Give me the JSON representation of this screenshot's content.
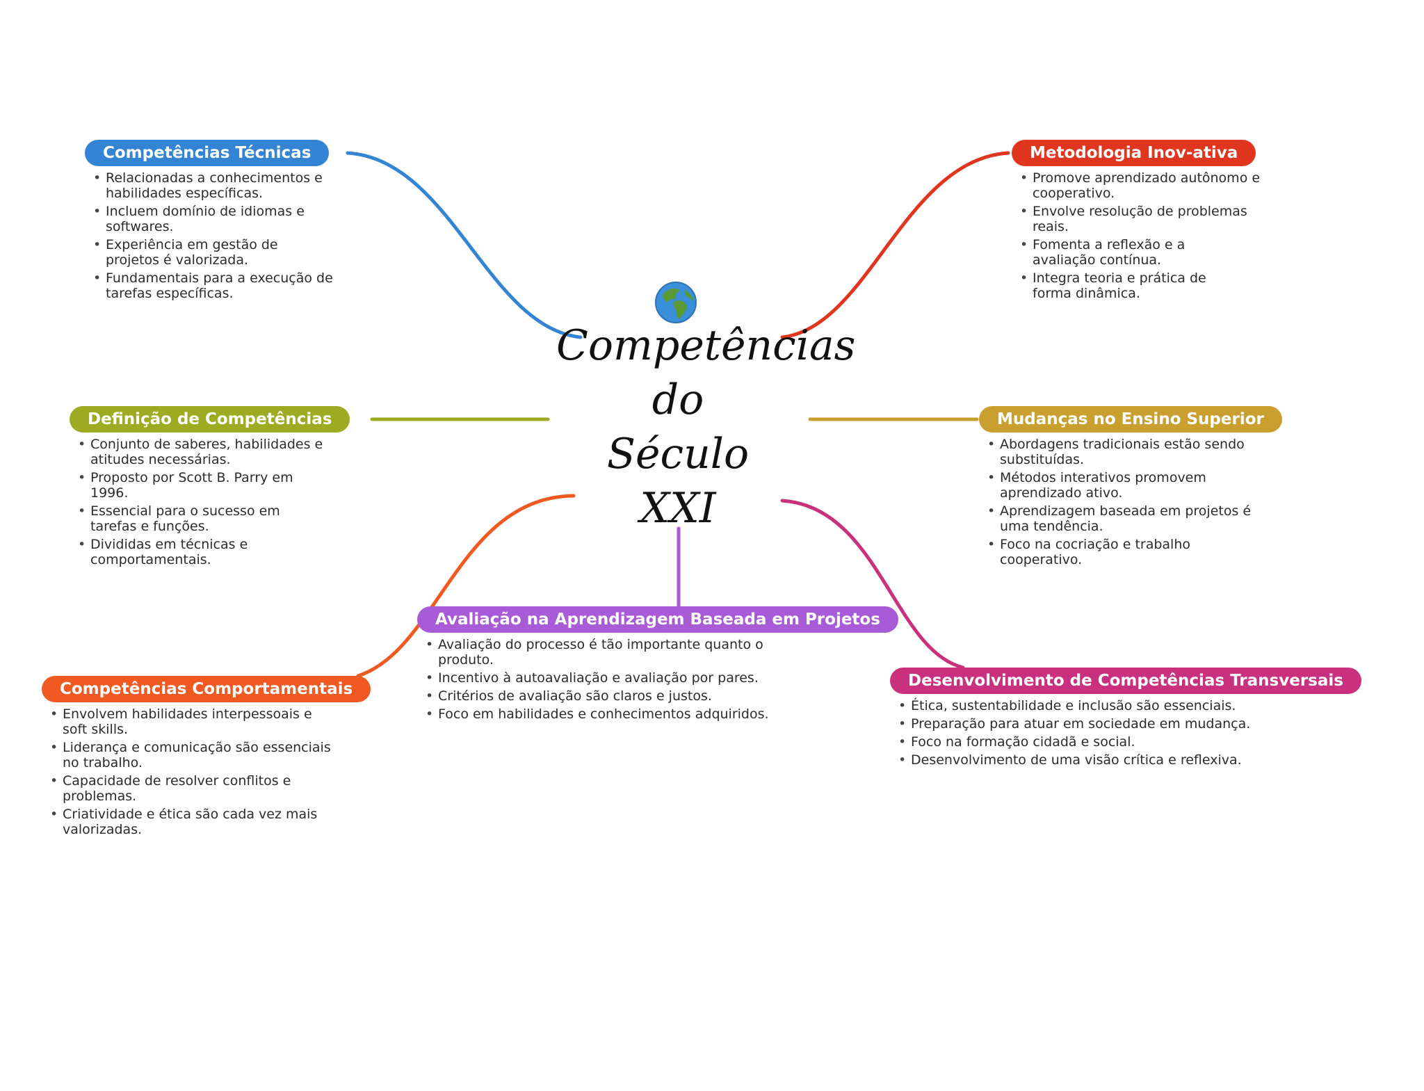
{
  "center": {
    "icon": "globe-icon",
    "title_lines": [
      "Competências",
      "do",
      "Século",
      "XXI"
    ]
  },
  "branches": [
    {
      "id": "competencias-tecnicas",
      "title": "Competências Técnicas",
      "color": "#3384d4",
      "bullets": [
        "Relacionadas a conhecimentos e\nhabilidades específicas.",
        "Incluem domínio de idiomas e\nsoftwares.",
        "Experiência em gestão de\nprojetos é valorizada.",
        "Fundamentais para a execução de\ntarefas específicas."
      ]
    },
    {
      "id": "metodologia-inov-ativa",
      "title": "Metodologia Inov-ativa",
      "color": "#e0361f",
      "bullets": [
        "Promove aprendizado autônomo e\ncooperativo.",
        "Envolve resolução de problemas\nreais.",
        "Fomenta a reflexão e a\navaliação contínua.",
        "Integra teoria e prática de\nforma dinâmica."
      ]
    },
    {
      "id": "definicao-de-competencias",
      "title": "Definição de Competências",
      "color": "#9eab22",
      "bullets": [
        "Conjunto de saberes, habilidades e\natitudes necessárias.",
        "Proposto por Scott B. Parry em\n1996.",
        "Essencial para o sucesso em\ntarefas e funções.",
        "Divididas em técnicas e\ncomportamentais."
      ]
    },
    {
      "id": "mudancas-no-ensino-superior",
      "title": "Mudanças no Ensino Superior",
      "color": "#c9a030",
      "bullets": [
        "Abordagens tradicionais estão sendo\nsubstituídas.",
        "Métodos interativos promovem\naprendizado ativo.",
        "Aprendizagem baseada em projetos é\numa tendência.",
        "Foco na cocriação e trabalho\ncooperativo."
      ]
    },
    {
      "id": "avaliacao-na-aprendizagem",
      "title": "Avaliação na Aprendizagem Baseada em Projetos",
      "color": "#a85bd6",
      "bullets": [
        "Avaliação do processo é tão importante quanto o\nproduto.",
        "Incentivo à autoavaliação e avaliação por pares.",
        "Critérios de avaliação são claros e justos.",
        "Foco em habilidades e conhecimentos adquiridos."
      ]
    },
    {
      "id": "competencias-comportamentais",
      "title": "Competências Comportamentais",
      "color": "#f05a22",
      "bullets": [
        "Envolvem habilidades interpessoais e\nsoft skills.",
        "Liderança e comunicação são essenciais\nno trabalho.",
        "Capacidade de resolver conflitos e\nproblemas.",
        "Criatividade e ética são cada vez mais\nvalorizadas."
      ]
    },
    {
      "id": "desenvolvimento-transversais",
      "title": "Desenvolvimento de Competências Transversais",
      "color": "#c9307d",
      "bullets": [
        "Ética, sustentabilidade e inclusão são essenciais.",
        "Preparação para atuar em sociedade em mudança.",
        "Foco na formação cidadã e social.",
        "Desenvolvimento de uma visão crítica e reflexiva."
      ]
    }
  ]
}
